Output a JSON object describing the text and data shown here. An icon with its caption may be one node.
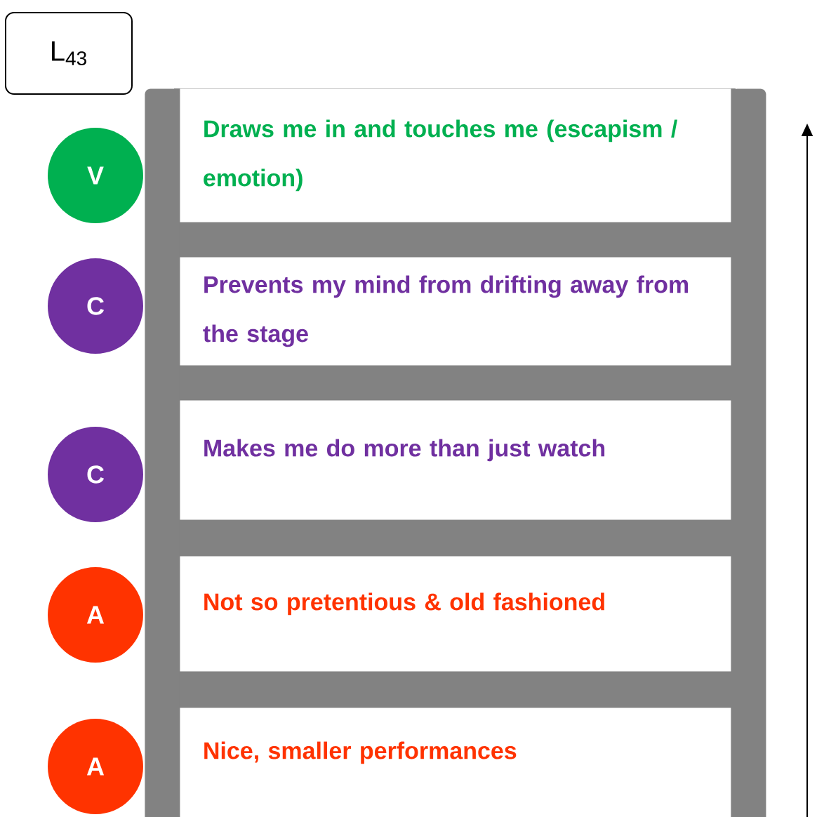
{
  "diagram": {
    "nodes": [
      {
        "text": [
          "L$_{43}$"
        ]
      },
      {
        "text": [
          "V"
        ]
      },
      {
        "text": [
          "C"
        ]
      },
      {
        "text": [
          "C"
        ]
      },
      {
        "text": [
          "A"
        ]
      },
      {
        "text": [
          "A"
        ]
      },
      {
        "text": [
          "Draws me in and touches me (escapism / emotion)"
        ]
      },
      {
        "text": [
          "Prevents my mind from drifting away from the stage"
        ]
      },
      {
        "text": [
          "Makes me do more than just watch"
        ]
      },
      {
        "text": [
          "Not so pretentious & old fashioned"
        ]
      },
      {
        "text": [
          "Nice, smaller performances"
        ]
      },
      {
        "text": [],
        "shape": "bar"
      },
      {
        "text": [],
        "shape": "bar"
      }
    ]
  }
}
